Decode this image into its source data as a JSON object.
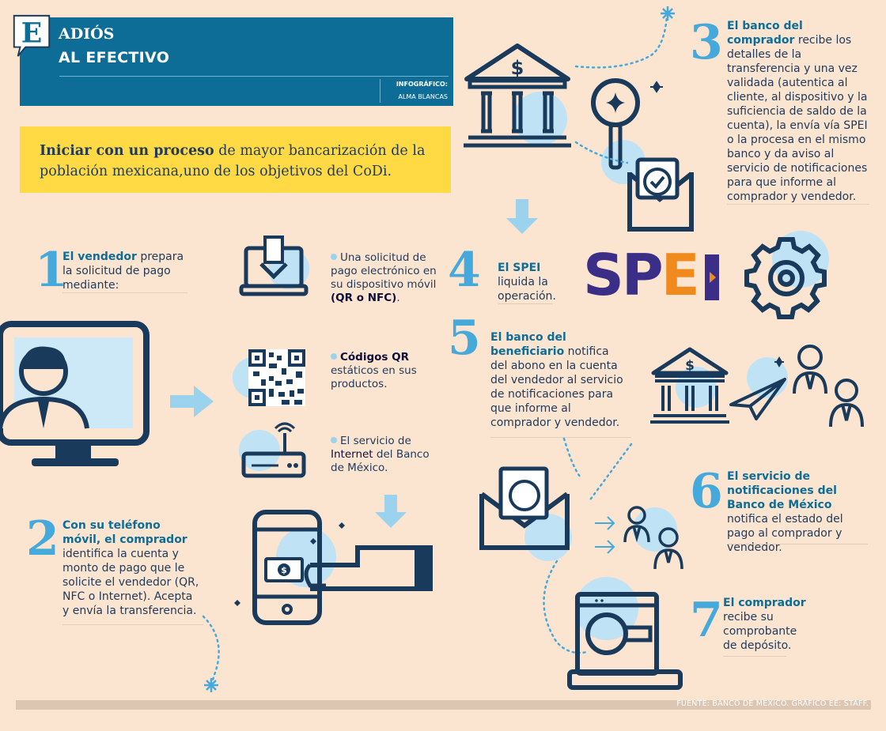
{
  "header": {
    "logo_letter": "E",
    "title_line1": "ADIÓS",
    "title_line2": "AL EFECTIVO",
    "credit_label": "INFOGRÁFICO:",
    "credit_name": "ALMA BLANCAS"
  },
  "intro": {
    "bold": "Iniciar con un proceso",
    "rest": " de mayor bancarización de la población mexicana,uno de los objetivos del CoDi."
  },
  "steps": {
    "s1": {
      "num": "1",
      "bold": "El vendedor",
      "rest": " prepara la solicitud de pago mediante:"
    },
    "s2": {
      "num": "2",
      "bold": "Con su teléfono móvil, el comprador",
      "rest": " identifica la cuenta y monto de pago que le solicite el vendedor (QR, NFC o Internet). Acepta y envía la transferencia."
    },
    "s3": {
      "num": "3",
      "bold": "El banco del comprador",
      "rest": " recibe los detalles de la transferencia y una vez validada (autentica al cliente, al dispositivo y la suficiencia de saldo de la cuenta), la envía vía SPEI o la procesa en el mismo banco y da aviso al servicio de notificaciones para que informe al comprador y vendedor."
    },
    "s4": {
      "num": "4",
      "bold": "El SPEI",
      "rest": " liquida la operación."
    },
    "s5": {
      "num": "5",
      "bold": "El banco del beneficiario",
      "rest": " notifica del abono en la cuenta del vendedor al servicio de notificaciones para que informe al comprador y vendedor."
    },
    "s6": {
      "num": "6",
      "bold": "El servicio de notificaciones del Banco de México",
      "rest": " notifica el estado del pago al comprador y vendedor."
    },
    "s7": {
      "num": "7",
      "bold": "El comprador",
      "rest": " recibe su comprobante de depósito."
    }
  },
  "options": {
    "o1": {
      "pre": "Una solicitud de pago electrónico en su dispositivo móvil ",
      "bold": "(QR o NFC)",
      "post": "."
    },
    "o2": {
      "bold": "Códigos QR",
      "post": " estáticos en sus productos."
    },
    "o3": {
      "pre": "El servicio de ",
      "bold": "Internet",
      "post": " del Banco de México."
    }
  },
  "spei": {
    "s": "S",
    "p": "P",
    "e": "E",
    "colors": {
      "blue": "#3b2e86",
      "orange": "#f08a1c"
    }
  },
  "footer": "FUENTE: BANCO DE MÉXICO. GRÁFICO EE: STAFF.",
  "colors": {
    "header": "#0e6d97",
    "accent": "#46a9db",
    "yellow": "#ffda44",
    "background": "#fbe4d0"
  }
}
